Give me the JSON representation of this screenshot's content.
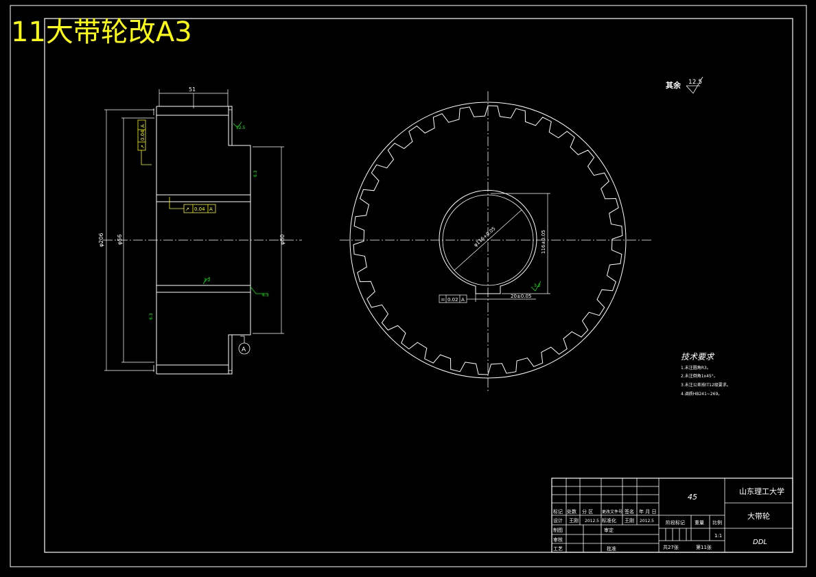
{
  "sheet_title": "11大带轮改A3",
  "roughness_note": {
    "label": "其余",
    "value": "12.5"
  },
  "section_view": {
    "width_dim": "51",
    "dia_outer": "φ206",
    "dia_mid": "φ56",
    "dia_hub": "φ80",
    "tolerance_frame_top": {
      "symbol": "↗",
      "value": "0.04",
      "datum": "A"
    },
    "tolerance_frame_mid": {
      "symbol": "↗",
      "value": "0.04",
      "datum": "A"
    },
    "roughness_top": "12.5",
    "roughness_right": "6.3",
    "roughness_bore": "3.2",
    "roughness_fillet": "6.3",
    "roughness_left": "6.3",
    "datum_label": "A"
  },
  "front_view": {
    "bore_dia": "φ116+0.05",
    "keyway_depth": "116±0.05",
    "keyway_width": "20±0.05",
    "roughness_key": "3.2",
    "symmetry_frame": {
      "symbol": "=",
      "value": "0.02",
      "datum": "A"
    }
  },
  "technical_requirements": {
    "title": "技术要求",
    "items": [
      "1.未注圆角R3。",
      "2.未注倒角1x45°。",
      "3.未注公差按IT12级要求。",
      "4.调质HB241~269。"
    ]
  },
  "title_block": {
    "material": "45",
    "school": "山东理工大学",
    "part_name": "大带轮",
    "drawing_no": "DDL",
    "scale_label": "比例",
    "scale": "1:1",
    "weight_label": "重量",
    "stage_label": "阶段标记",
    "sheets_total": "共27张",
    "sheet_current": "第11张",
    "header_row": [
      "标记",
      "处数",
      "分 区",
      "更改文件号",
      "签名",
      "年 月 日"
    ],
    "row_design": [
      "设计",
      "王刚",
      "2012.5",
      "标准化",
      "王刚",
      "2012.5"
    ],
    "row_draw": "制图",
    "row_review_label": "审定",
    "row_check": "审核",
    "row_process": "工艺",
    "row_approve": "批准"
  }
}
